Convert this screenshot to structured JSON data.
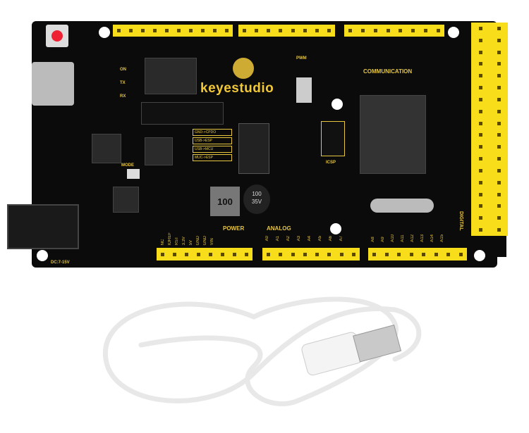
{
  "board": {
    "brand": "keyestudio",
    "labels": {
      "communication": "COMMUNICATION",
      "power": "POWER",
      "analog": "ANALOG",
      "digital": "DIGITAL",
      "pwm": "PWM",
      "icsp": "ICSP",
      "mode": "MODE",
      "dc_input": "DC:7-15V",
      "on": "ON",
      "tx": "TX",
      "rx": "RX"
    },
    "switch_modes": [
      "GND->CPDO",
      "USB->ESP",
      "USB->MCU",
      "MUC->ESP"
    ],
    "inductor": "100",
    "capacitor": [
      "100",
      "35V"
    ],
    "power_pins": [
      "NC",
      "IOREF",
      "RST",
      "3.3V",
      "5V",
      "GND",
      "GND",
      "VIN"
    ],
    "analog_pins_1": [
      "A0",
      "A1",
      "A2",
      "A3",
      "A4",
      "A5",
      "A6",
      "A7"
    ],
    "analog_pins_2": [
      "A8",
      "A9",
      "A10",
      "A11",
      "A12",
      "A13",
      "A14",
      "A15"
    ],
    "colors": {
      "pcb": "#0b0b0b",
      "header": "#f7dd1a",
      "silkscreen": "#e7c640",
      "cable": "#f2f2f2"
    }
  },
  "cable": {
    "type": "USB Type-C cable"
  }
}
